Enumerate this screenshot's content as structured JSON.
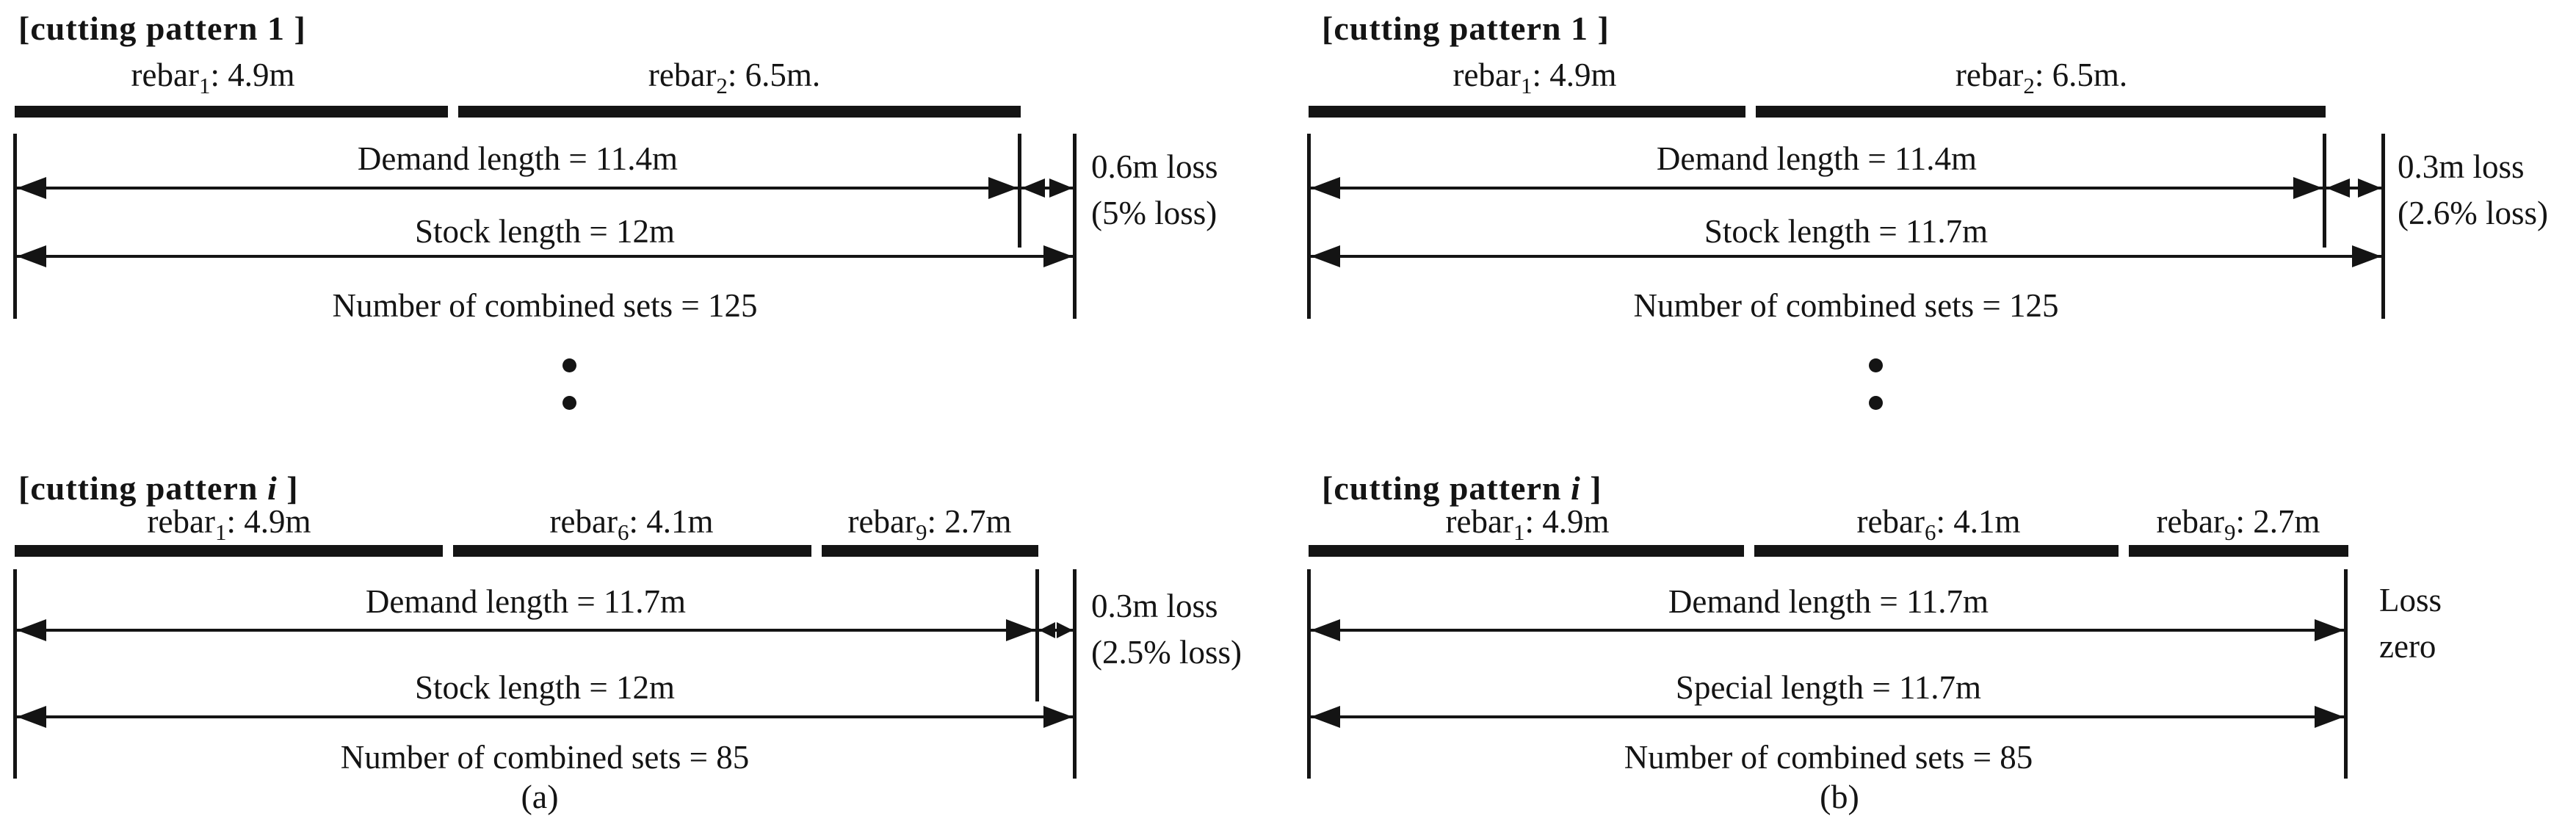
{
  "panels": [
    {
      "caption": "(a)",
      "patterns": [
        {
          "title_prefix": "[cutting pattern ",
          "title_index": "1",
          "title_suffix": " ]",
          "rebars": [
            {
              "name": "rebar",
              "sub": "1",
              "rest": ": 4.9m"
            },
            {
              "name": "rebar",
              "sub": "2",
              "rest": ": 6.5m."
            }
          ],
          "demand_label": "Demand length = 11.4m",
          "stock_label": "Stock length = 12m",
          "sets_label": "Number of combined sets = 125",
          "loss_line1": "0.6m loss",
          "loss_line2": "(5% loss)"
        },
        {
          "title_prefix": "[cutting pattern ",
          "title_index": "i",
          "title_suffix": " ]",
          "rebars": [
            {
              "name": "rebar",
              "sub": "1",
              "rest": ": 4.9m"
            },
            {
              "name": "rebar",
              "sub": "6",
              "rest": ": 4.1m"
            },
            {
              "name": "rebar",
              "sub": "9",
              "rest": ": 2.7m"
            }
          ],
          "demand_label": "Demand length = 11.7m",
          "stock_label": "Stock length = 12m",
          "sets_label": "Number of combined sets = 85",
          "loss_line1": "0.3m loss",
          "loss_line2": "(2.5% loss)"
        }
      ]
    },
    {
      "caption": "(b)",
      "patterns": [
        {
          "title_prefix": "[cutting pattern ",
          "title_index": "1",
          "title_suffix": " ]",
          "rebars": [
            {
              "name": "rebar",
              "sub": "1",
              "rest": ": 4.9m"
            },
            {
              "name": "rebar",
              "sub": "2",
              "rest": ": 6.5m."
            }
          ],
          "demand_label": "Demand length = 11.4m",
          "stock_label": "Stock length = 11.7m",
          "sets_label": "Number of combined sets = 125",
          "loss_line1": "0.3m loss",
          "loss_line2": "(2.6% loss)"
        },
        {
          "title_prefix": "[cutting pattern ",
          "title_index": "i",
          "title_suffix": " ]",
          "rebars": [
            {
              "name": "rebar",
              "sub": "1",
              "rest": ": 4.9m"
            },
            {
              "name": "rebar",
              "sub": "6",
              "rest": ": 4.1m"
            },
            {
              "name": "rebar",
              "sub": "9",
              "rest": ": 2.7m"
            }
          ],
          "demand_label": "Demand length = 11.7m",
          "stock_label": "Special length = 11.7m",
          "sets_label": "Number of combined sets = 85",
          "loss_line1": "Loss",
          "loss_line2": "zero"
        }
      ]
    }
  ]
}
